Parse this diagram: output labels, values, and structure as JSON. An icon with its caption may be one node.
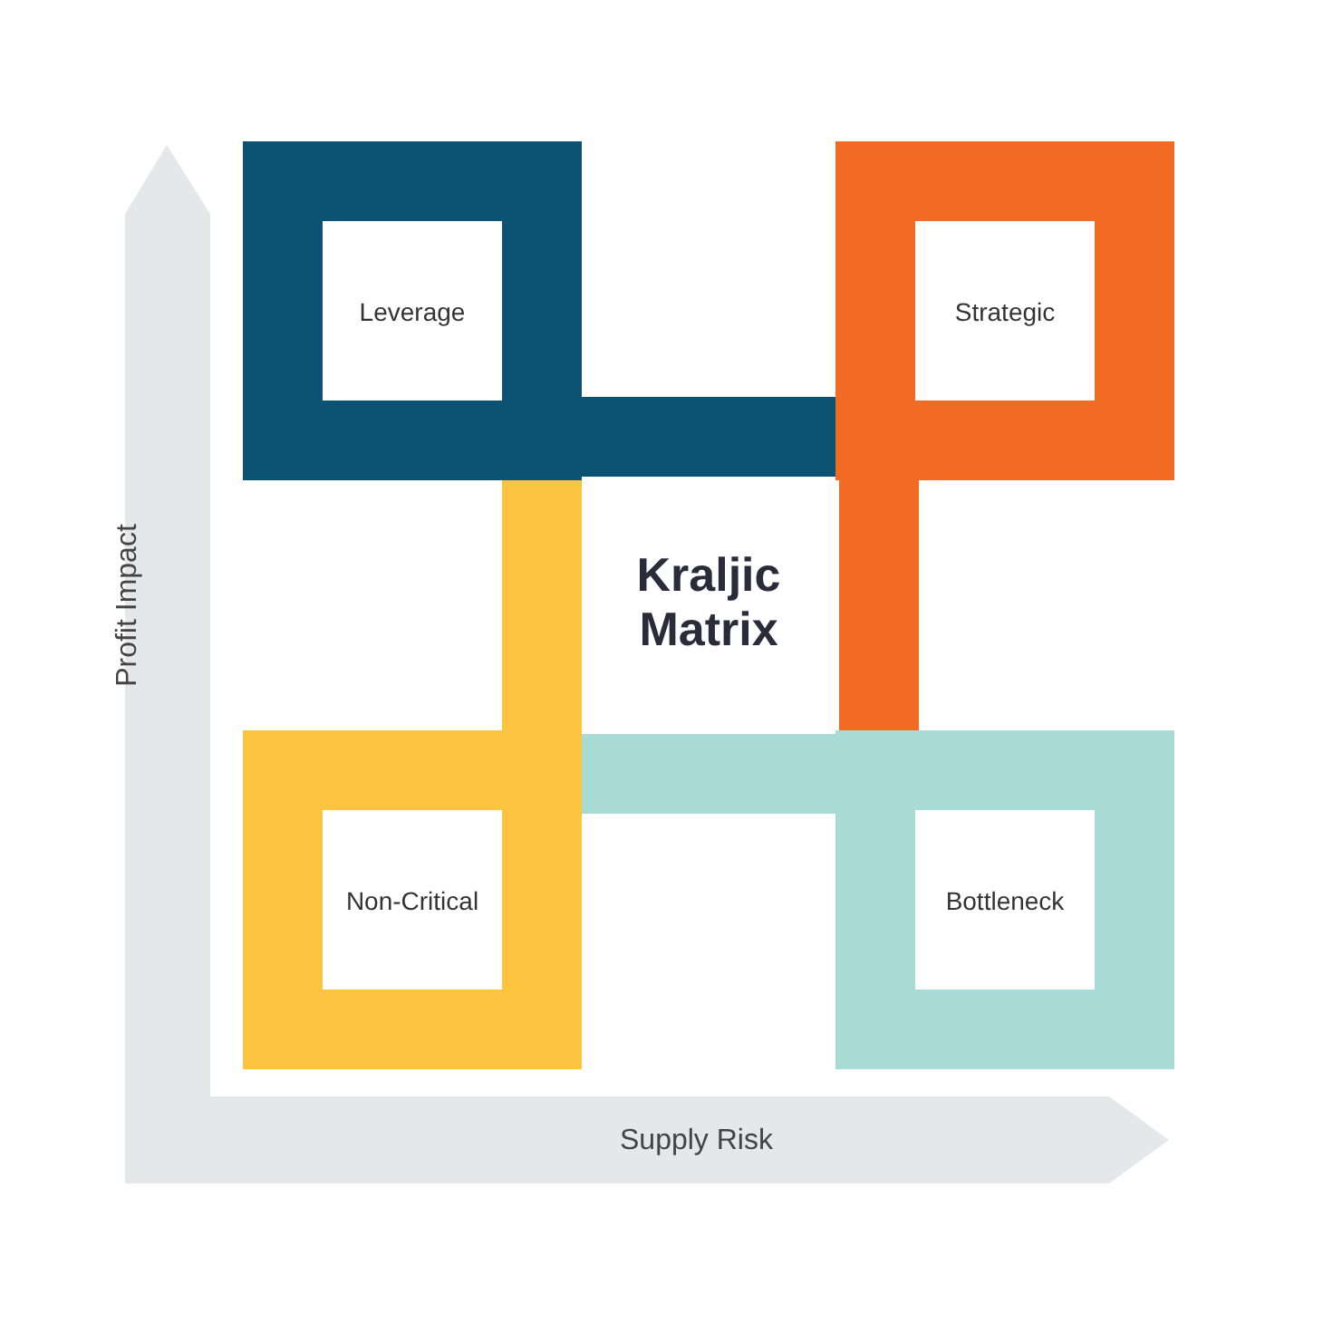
{
  "diagram": {
    "title": "Kraljic Matrix",
    "nodes": [
      {
        "text": [
          "Leverage"
        ]
      },
      {
        "text": [
          "Strategic"
        ]
      },
      {
        "text": [
          "Non-Critical"
        ]
      },
      {
        "text": [
          "Bottleneck"
        ]
      }
    ],
    "edges": [
      {
        "from": 0,
        "to": 1,
        "arrow": "none",
        "color": "#0b5273"
      },
      {
        "from": 1,
        "to": 3,
        "arrow": "none",
        "color": "#f26b25"
      },
      {
        "from": 3,
        "to": 2,
        "arrow": "none",
        "color": "#a8dbd6"
      },
      {
        "from": 2,
        "to": 0,
        "arrow": "none",
        "color": "#fcc43f"
      }
    ],
    "labels": [
      "Profit Impact",
      "Supply Risk"
    ]
  }
}
